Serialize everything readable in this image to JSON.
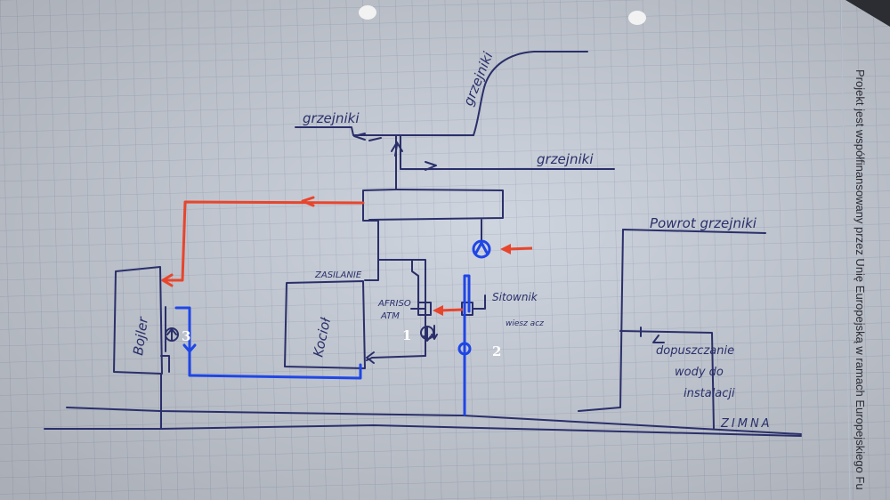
{
  "labels": {
    "grzejniki_left": "grzejniki",
    "grzejniki_top": "grzejniki",
    "grzejniki_right": "grzejniki",
    "powrot": "Powrot grzejniki",
    "zasilanie": "ZASILANIE",
    "kociol": "Kocioł",
    "bojler": "Bojler",
    "afriso_1": "AFRISO",
    "afriso_2": "ATM",
    "sitownik_1": "Sitownik",
    "sitownik_2": "wiesz acz",
    "dopuszczanie_1": "dopuszczanie",
    "dopuszczanie_2": "wody do",
    "dopuszczanie_3": "instalacji",
    "zimna": "ZIMNA",
    "pump_1": "1",
    "pump_2": "2",
    "pump_3": "3"
  },
  "margin_note": "Projekt jest współfinansowany przez Unię Europejską w ramach Europejskiego Fu",
  "colors": {
    "ink": "#2a2f6a",
    "hot": "#e8452c",
    "cold": "#1f46e6",
    "paper": "#ced4de",
    "grid": "#aab2c6"
  }
}
